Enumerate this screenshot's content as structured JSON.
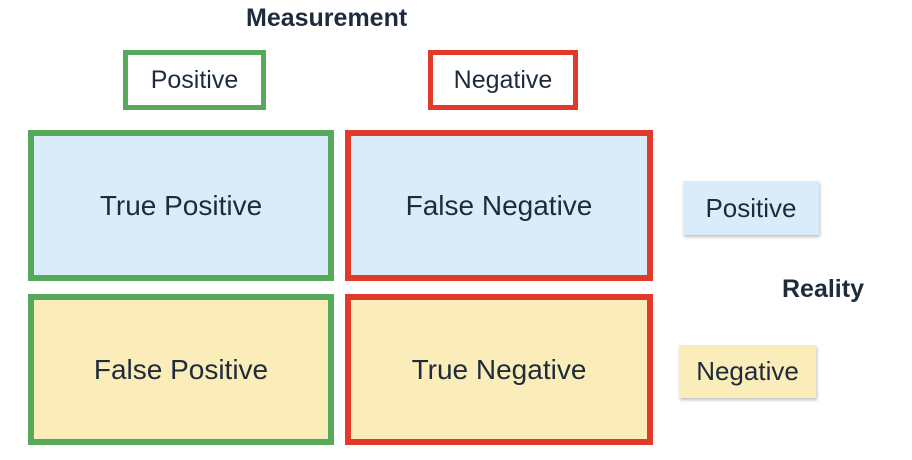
{
  "measurement": {
    "title": "Measurement",
    "positive_label": "Positive",
    "negative_label": "Negative"
  },
  "reality": {
    "title": "Reality",
    "positive_label": "Positive",
    "negative_label": "Negative"
  },
  "matrix": {
    "true_positive": "True Positive",
    "false_negative": "False Negative",
    "false_positive": "False Positive",
    "true_negative": "True Negative"
  },
  "colors": {
    "positive_border": "#57a95a",
    "negative_border": "#e23a2a",
    "reality_positive_fill": "#daecf9",
    "reality_negative_fill": "#fbedb9"
  }
}
